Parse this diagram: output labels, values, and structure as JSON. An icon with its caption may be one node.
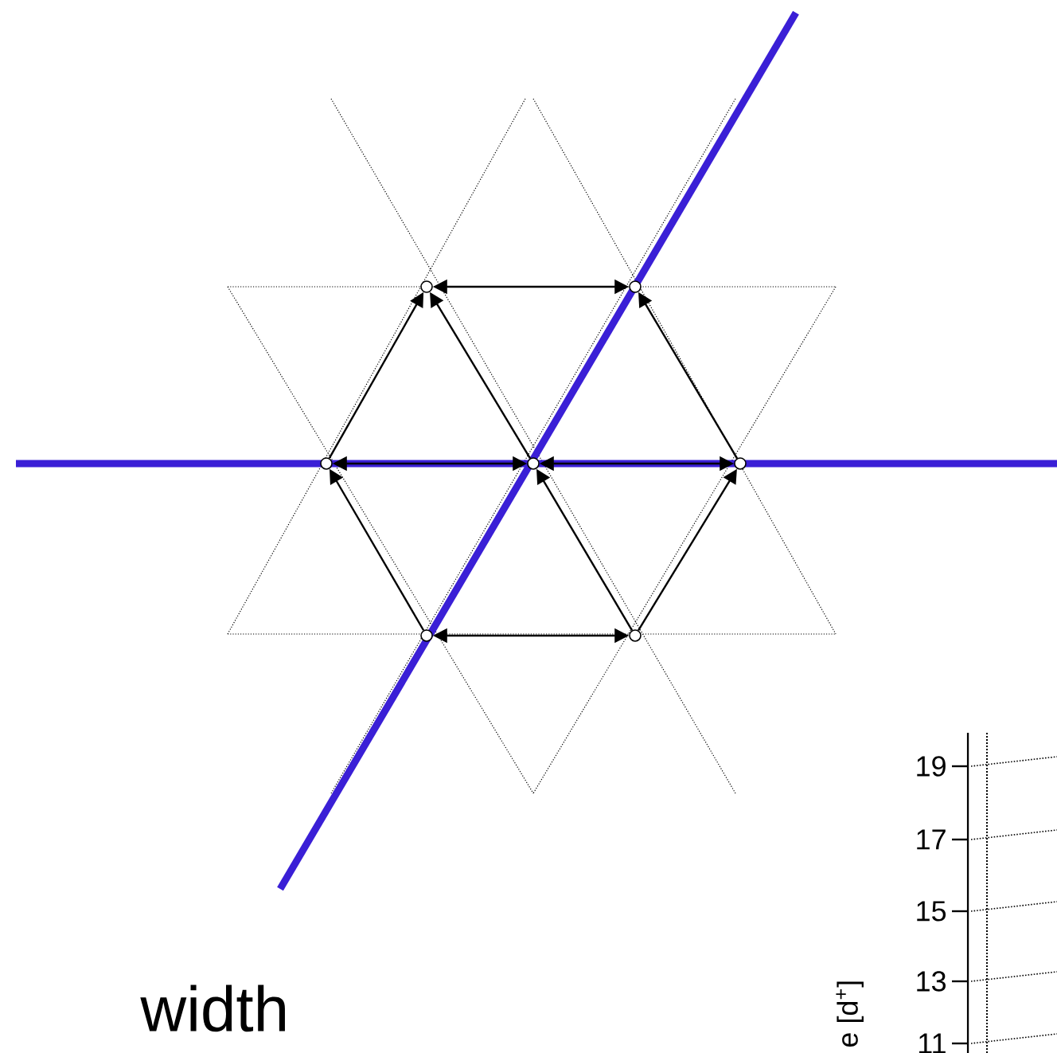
{
  "diagram": {
    "nodes": [
      {
        "text": [],
        "shape": "circle"
      },
      {
        "text": [],
        "shape": "circle"
      },
      {
        "text": [],
        "shape": "circle"
      },
      {
        "text": [],
        "shape": "circle"
      },
      {
        "text": [],
        "shape": "circle"
      },
      {
        "text": [],
        "shape": "circle"
      },
      {
        "text": [],
        "shape": "circle"
      }
    ],
    "edges": [
      {
        "from": 0,
        "to": 1,
        "arrow": "both"
      },
      {
        "from": 2,
        "to": 0,
        "arrow": "to"
      },
      {
        "from": 3,
        "to": 0,
        "arrow": "to"
      },
      {
        "from": 4,
        "to": 1,
        "arrow": "to"
      },
      {
        "from": 2,
        "to": 3,
        "arrow": "both"
      },
      {
        "from": 3,
        "to": 4,
        "arrow": "both"
      },
      {
        "from": 5,
        "to": 2,
        "arrow": "to"
      },
      {
        "from": 6,
        "to": 3,
        "arrow": "to"
      },
      {
        "from": 6,
        "to": 4,
        "arrow": "to"
      },
      {
        "from": 5,
        "to": 6,
        "arrow": "both"
      }
    ],
    "labels": [
      "19",
      "17",
      "15",
      "13",
      "11",
      "e [d$^{+}$]",
      "width"
    ]
  }
}
